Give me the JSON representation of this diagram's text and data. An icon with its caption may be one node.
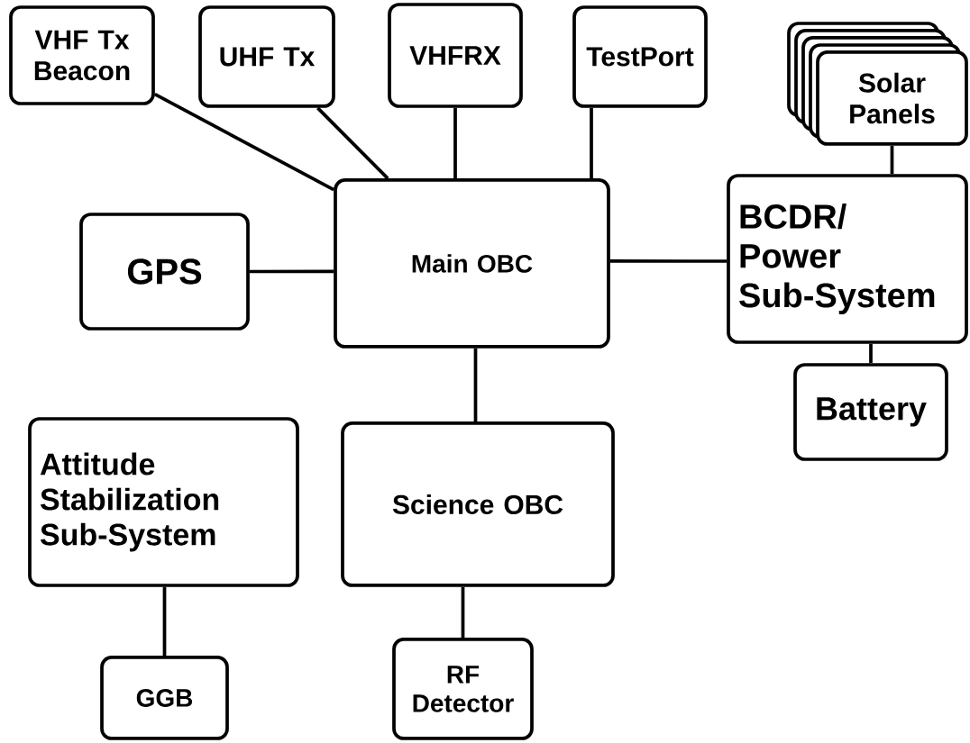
{
  "diagram": {
    "nodes": [
      {
        "text": [
          "VHF Tx Beacon"
        ]
      },
      {
        "text": [
          "UHF Tx"
        ]
      },
      {
        "text": [
          "VHFRX"
        ]
      },
      {
        "text": [
          "TestPort"
        ]
      },
      {
        "text": [
          "Solar Panels"
        ]
      },
      {
        "text": [
          "GPS"
        ]
      },
      {
        "text": [
          "Main OBC"
        ]
      },
      {
        "text": [
          "BCDR/ Power Sub-System"
        ]
      },
      {
        "text": [
          "Battery"
        ]
      },
      {
        "text": [
          "Attitude Stabilization Sub-System"
        ]
      },
      {
        "text": [
          "Science OBC"
        ]
      },
      {
        "text": [
          "GGB"
        ]
      },
      {
        "text": [
          "RF Detector"
        ]
      }
    ],
    "edges": [
      {
        "from": 0,
        "to": 6,
        "arrow": "none"
      },
      {
        "from": 1,
        "to": 6,
        "arrow": "none"
      },
      {
        "from": 2,
        "to": 6,
        "arrow": "none"
      },
      {
        "from": 3,
        "to": 6,
        "arrow": "none"
      },
      {
        "from": 4,
        "to": 7,
        "arrow": "none"
      },
      {
        "from": 5,
        "to": 6,
        "arrow": "none"
      },
      {
        "from": 6,
        "to": 7,
        "arrow": "none"
      },
      {
        "from": 7,
        "to": 8,
        "arrow": "none"
      },
      {
        "from": 6,
        "to": 10,
        "arrow": "none"
      },
      {
        "from": 9,
        "to": 11,
        "arrow": "none"
      },
      {
        "from": 10,
        "to": 12,
        "arrow": "none"
      }
    ]
  }
}
